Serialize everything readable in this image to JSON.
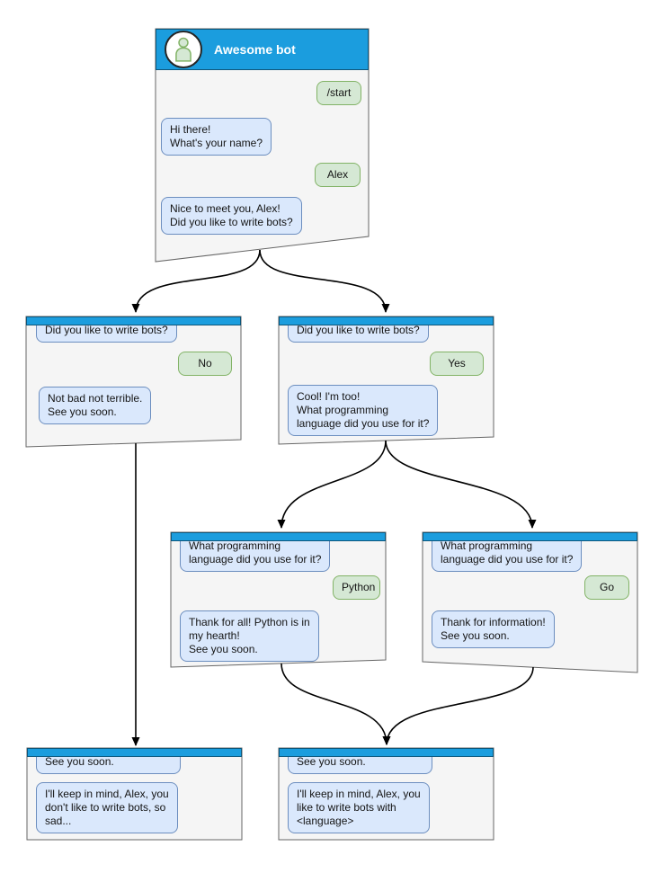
{
  "colors": {
    "header_blue": "#1b9dde",
    "box_fill": "#f5f5f5",
    "box_border": "#666666",
    "bot_bubble_fill": "#dae8fc",
    "bot_bubble_border": "#6c8ebf",
    "user_bubble_fill": "#d5e8d4",
    "user_bubble_border": "#82b366",
    "arrow": "#000000"
  },
  "root": {
    "title": "Awesome bot",
    "avatar_icon": "person-icon",
    "messages": {
      "start": "/start",
      "hi": "Hi there!\nWhat's your name?",
      "alex": "Alex",
      "nice": "Nice to meet you, Alex!\nDid you like to write bots?"
    }
  },
  "branch_no": {
    "question": "Did you like to write bots?",
    "answer": "No",
    "reply": "Not bad not terrible.\nSee you soon."
  },
  "branch_yes": {
    "question": "Did you like to write bots?",
    "answer": "Yes",
    "reply": "Cool! I'm too!\nWhat programming\nlanguage did you use for it?"
  },
  "python": {
    "question": "What programming\nlanguage did you use for it?",
    "answer": "Python",
    "reply": "Thank for all! Python is in\nmy hearth!\nSee you soon."
  },
  "go": {
    "question": "What programming\nlanguage did you use for it?",
    "answer": "Go",
    "reply": "Thank for information!\nSee you soon."
  },
  "final_no": {
    "intro": "See you soon.",
    "reply": "I'll keep in mind, Alex, you\ndon't like to write bots, so\nsad..."
  },
  "final_yes": {
    "intro": "See you soon.",
    "reply": "I'll keep in mind, Alex, you\nlike to write bots with\n<language>"
  }
}
